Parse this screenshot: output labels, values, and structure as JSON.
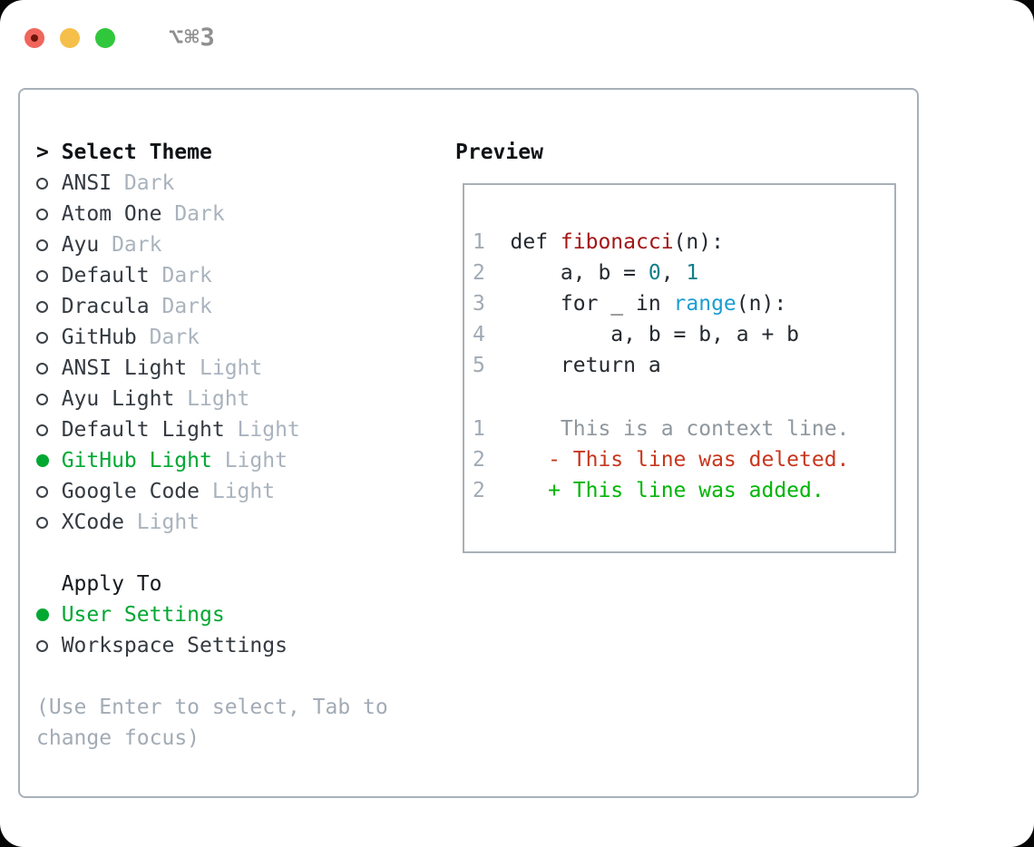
{
  "titlebar": {
    "shortcut": "⌥⌘3"
  },
  "colors": {
    "selection_green": "#00a832",
    "diff_added_green": "#00b506",
    "diff_deleted_red": "#c8361d",
    "diff_context_gray": "#8e979e",
    "function_name_red": "#a31515",
    "number_literal_teal": "#0f7f8a",
    "builtin_cyan": "#199dd2",
    "code_foreground": "#24292f",
    "tag_gray": "#a9b3bd",
    "panel_border_gray": "#a8b0b8",
    "traffic_red": "#f0655c",
    "traffic_yellow": "#f5bf4a",
    "traffic_green": "#30c73c"
  },
  "theme_list": {
    "header_prefix": ">",
    "header": "Select Theme",
    "items": [
      {
        "name": "ANSI",
        "tag": "Dark",
        "selected": false
      },
      {
        "name": "Atom One",
        "tag": "Dark",
        "selected": false
      },
      {
        "name": "Ayu",
        "tag": "Dark",
        "selected": false
      },
      {
        "name": "Default",
        "tag": "Dark",
        "selected": false
      },
      {
        "name": "Dracula",
        "tag": "Dark",
        "selected": false
      },
      {
        "name": "GitHub",
        "tag": "Dark",
        "selected": false
      },
      {
        "name": "ANSI Light",
        "tag": "Light",
        "selected": false
      },
      {
        "name": "Ayu Light",
        "tag": "Light",
        "selected": false
      },
      {
        "name": "Default Light",
        "tag": "Light",
        "selected": false
      },
      {
        "name": "GitHub Light",
        "tag": "Light",
        "selected": true
      },
      {
        "name": "Google Code",
        "tag": "Light",
        "selected": false
      },
      {
        "name": "XCode",
        "tag": "Light",
        "selected": false
      }
    ]
  },
  "apply_to": {
    "header": "Apply To",
    "options": [
      {
        "name": "User Settings",
        "selected": true
      },
      {
        "name": "Workspace Settings",
        "selected": false
      }
    ]
  },
  "help_text": "(Use Enter to select, Tab to change focus)",
  "preview": {
    "header": "Preview",
    "code_lines": [
      {
        "num": "1",
        "segments": [
          {
            "text": "def "
          },
          {
            "text": "fibonacci"
          },
          {
            "text": "(n):"
          }
        ]
      },
      {
        "num": "2",
        "segments": [
          {
            "text": "    a, b = "
          },
          {
            "text": "0"
          },
          {
            "text": ", "
          },
          {
            "text": "1"
          }
        ]
      },
      {
        "num": "3",
        "segments": [
          {
            "text": "    for _ in "
          },
          {
            "text": "range"
          },
          {
            "text": "(n):"
          }
        ]
      },
      {
        "num": "4",
        "segments": [
          {
            "text": "        a, b = b, a + b"
          }
        ]
      },
      {
        "num": "5",
        "segments": [
          {
            "text": "    return a"
          }
        ]
      }
    ],
    "diff_lines": [
      {
        "num": "1",
        "text": "    This is a context line."
      },
      {
        "num": "2",
        "text": "   - This line was deleted."
      },
      {
        "num": "2",
        "text": "   + This line was added."
      }
    ]
  }
}
